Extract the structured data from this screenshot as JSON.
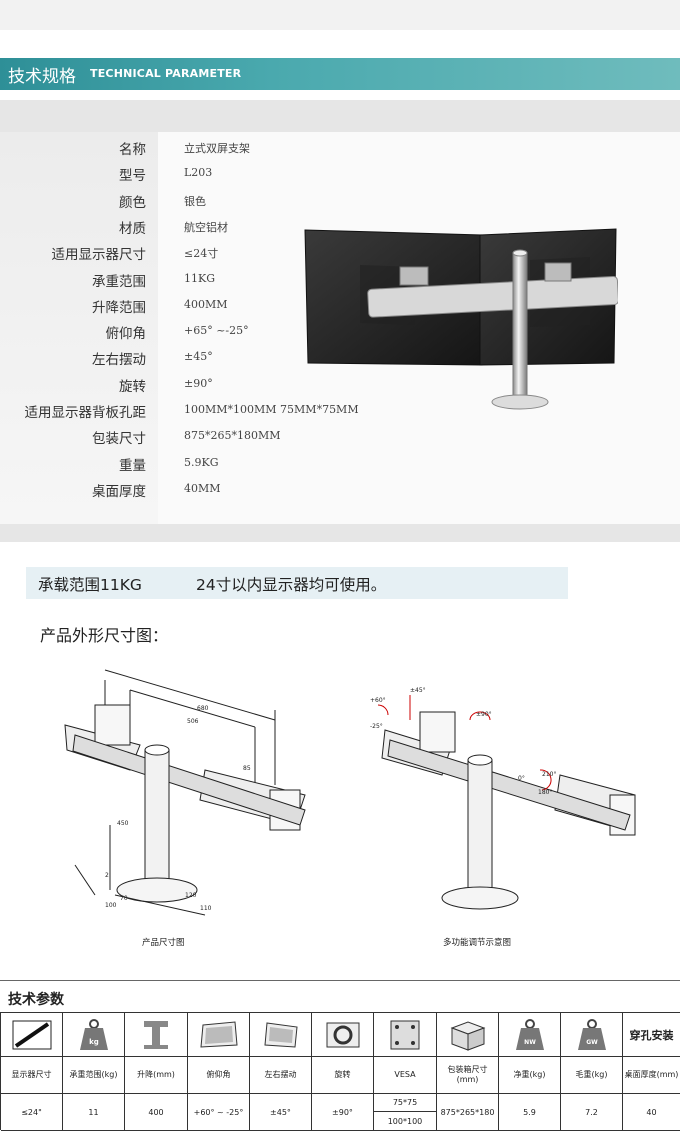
{
  "header": {
    "title_cn": "技术规格",
    "title_en": "TECHNICAL PARAMETER"
  },
  "specs": [
    {
      "label": "名称",
      "value": "立式双屏支架"
    },
    {
      "label": "型号",
      "value": "L203"
    },
    {
      "label": "颜色",
      "value": "银色"
    },
    {
      "label": "材质",
      "value": "航空铝材"
    },
    {
      "label": "适用显示器尺寸",
      "value": "≤24寸"
    },
    {
      "label": "承重范围",
      "value": "11KG"
    },
    {
      "label": "升降范围",
      "value": "400MM"
    },
    {
      "label": "俯仰角",
      "value": "+65° ~-25°"
    },
    {
      "label": "左右摆动",
      "value": "±45°"
    },
    {
      "label": "旋转",
      "value": "±90°"
    },
    {
      "label": "适用显示器背板孔距",
      "value": "100MM*100MM   75MM*75MM"
    },
    {
      "label": "包装尺寸",
      "value": "875*265*180MM"
    },
    {
      "label": "重量",
      "value": "5.9KG"
    },
    {
      "label": "桌面厚度",
      "value": "40MM"
    }
  ],
  "load_banner": {
    "capacity": "承载范围11KG",
    "note": "24寸以内显示器均可使用。"
  },
  "dimension_section": {
    "title": "产品外形尺寸图：",
    "left_caption": "产品尺寸图",
    "right_caption": "多功能调节示意图",
    "left_dims": [
      "680",
      "506",
      "85",
      "450",
      "2",
      "100",
      "70",
      "120",
      "110"
    ],
    "right_angles": [
      "+60°",
      "-25°",
      "±45°",
      "±90°",
      "0°",
      "210°",
      "180°"
    ]
  },
  "params_table": {
    "title": "技术参数",
    "hole_label": "穿孔安装",
    "icons": [
      "diagonal-size-icon",
      "kg-weight-icon",
      "lift-icon",
      "tilt-icon",
      "swivel-icon",
      "rotate-icon",
      "vesa-icon",
      "package-box-icon",
      "nw-weight-icon",
      "gw-weight-icon"
    ],
    "kg_text": "kg",
    "nw_text": "NW",
    "gw_text": "GW",
    "labels": [
      "显示器尺寸",
      "承重范围(kg)",
      "升降(mm)",
      "俯仰角",
      "左右摆动",
      "旋转",
      "VESA",
      "包装箱尺寸\n(mm)",
      "净重(kg)",
      "毛重(kg)",
      "桌面厚度(mm)"
    ],
    "values": [
      "≤24\"",
      "11",
      "400",
      "+60° ~ -25°",
      "±45°",
      "±90°",
      "",
      "875*265*180",
      "5.9",
      "7.2",
      "40"
    ],
    "vesa_values": [
      "75*75",
      "100*100"
    ]
  }
}
